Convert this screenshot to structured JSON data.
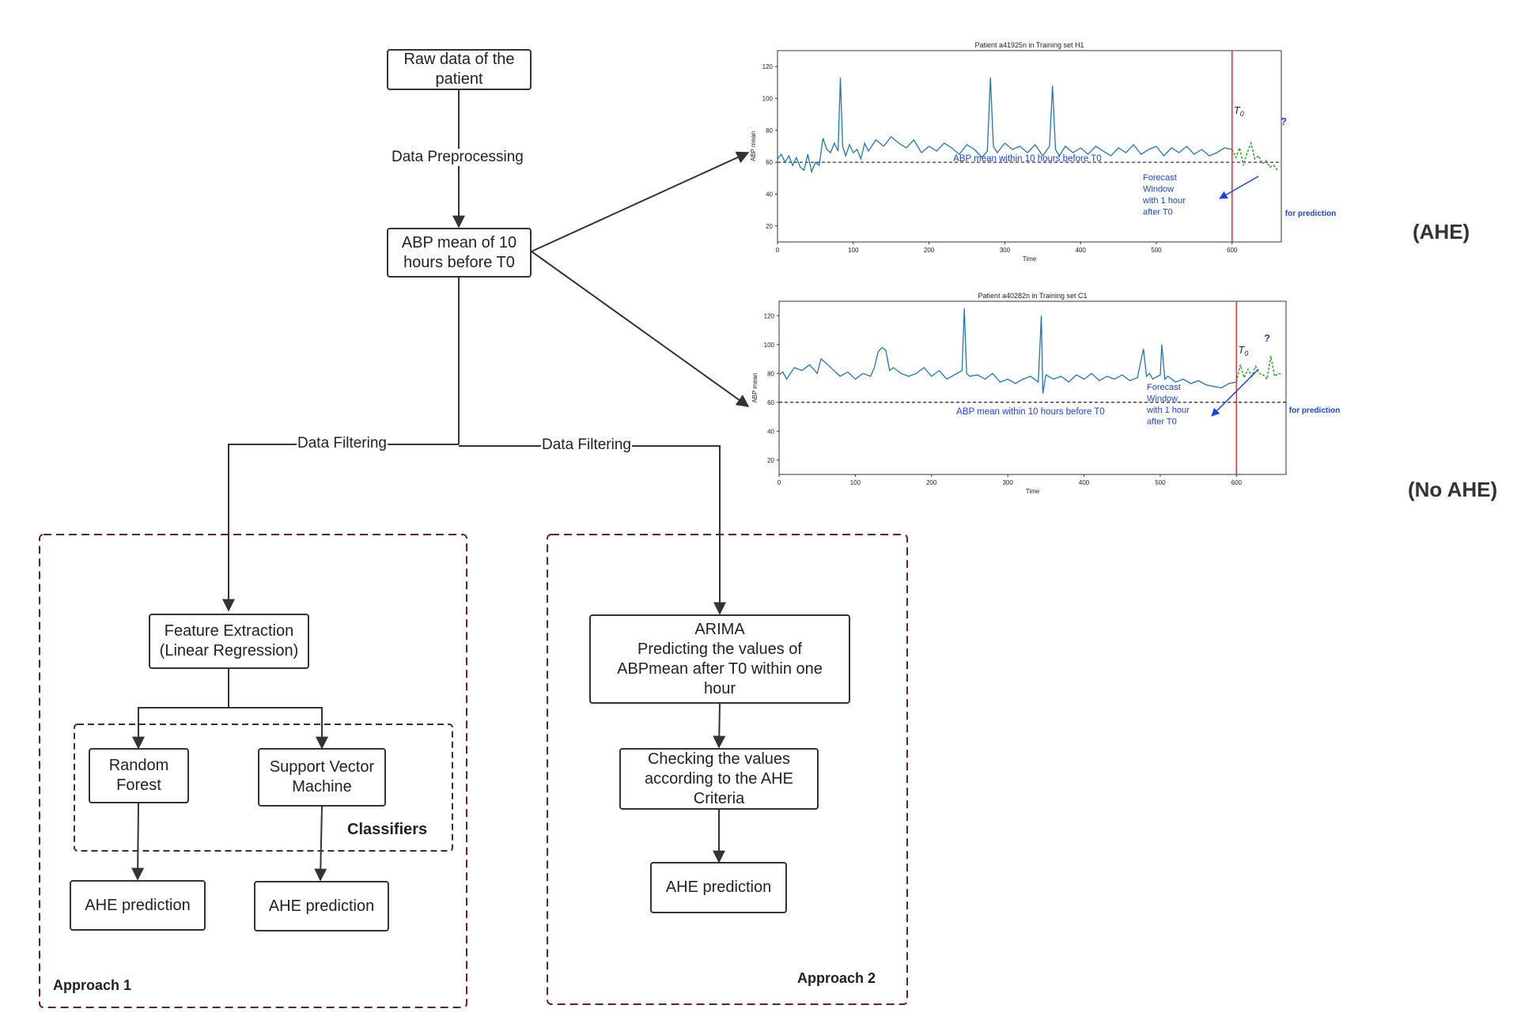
{
  "flow": {
    "raw_data": "Raw data of the\npatient",
    "preprocessing_label": "Data Preprocessing",
    "abp_mean": "ABP mean of 10\nhours before T0",
    "filtering_label_left": "Data Filtering",
    "filtering_label_right": "Data Filtering"
  },
  "approach1": {
    "title": "Approach 1",
    "feature_extraction": "Feature Extraction\n(Linear Regression)",
    "classifiers_title": "Classifiers",
    "random_forest": "Random\nForest",
    "svm": "Support Vector\nMachine",
    "prediction_left": "AHE prediction",
    "prediction_right": "AHE prediction"
  },
  "approach2": {
    "title": "Approach 2",
    "arima": "ARIMA\nPredicting the values of\nABPmean after T0 within one\nhour",
    "checking": "Checking the values\naccording to the AHE\nCriteria",
    "prediction": "AHE prediction"
  },
  "tags": {
    "top": "(AHE)",
    "bottom": "(No AHE)"
  },
  "colors": {
    "line": "#1f77b4",
    "forecast": "#2ca02c",
    "t0": "#ff2a2a",
    "annotation": "#1a44e0",
    "group_border": "#6b1f1f"
  },
  "chart_data": [
    {
      "type": "line",
      "title": "Patient a41925n in Training set H1",
      "xlabel": "Time",
      "ylabel": "ABP mean",
      "xlim": [
        0,
        665
      ],
      "ylim": [
        10,
        130
      ],
      "xticks": [
        0,
        100,
        200,
        300,
        400,
        500,
        600
      ],
      "yticks": [
        20,
        40,
        60,
        80,
        100,
        120
      ],
      "threshold": 60,
      "t0": 600,
      "t0_label": "T",
      "t0_sub": "0",
      "question_mark": "?",
      "annotation_text": "ABP mean within 10 hours  before T0",
      "forecast_text": [
        "Forecast",
        "Window",
        "with 1 hour",
        "after T0"
      ],
      "prediction_text": "for prediction",
      "series": [
        {
          "x": [
            0,
            5,
            10,
            15,
            20,
            25,
            30,
            35,
            40,
            45,
            50,
            55,
            60,
            65,
            70,
            75,
            80,
            83,
            86,
            90,
            95,
            100,
            105,
            110,
            115,
            120,
            130,
            140,
            150,
            160,
            170,
            180,
            190,
            200,
            210,
            220,
            230,
            240,
            250,
            260,
            270,
            277,
            281,
            285,
            290,
            300,
            310,
            320,
            330,
            340,
            350,
            359,
            363,
            367,
            372,
            380,
            390,
            400,
            410,
            420,
            430,
            440,
            450,
            460,
            470,
            480,
            490,
            500,
            510,
            520,
            530,
            540,
            550,
            560,
            570,
            580,
            590,
            600
          ],
          "values": [
            62,
            65,
            60,
            64,
            58,
            63,
            57,
            55,
            65,
            54,
            60,
            58,
            75,
            68,
            66,
            72,
            67,
            113,
            70,
            64,
            71,
            66,
            68,
            62,
            72,
            67,
            74,
            70,
            76,
            72,
            69,
            74,
            66,
            70,
            67,
            72,
            69,
            65,
            71,
            68,
            63,
            67,
            113,
            70,
            66,
            72,
            68,
            70,
            66,
            71,
            64,
            70,
            108,
            68,
            64,
            70,
            66,
            69,
            65,
            70,
            67,
            64,
            69,
            66,
            71,
            65,
            68,
            70,
            64,
            69,
            66,
            70,
            65,
            68,
            64,
            66,
            69,
            68
          ]
        },
        {
          "x": [
            600,
            605,
            610,
            615,
            620,
            625,
            630,
            635,
            640,
            645,
            650,
            655,
            660
          ],
          "values": [
            68,
            63,
            69,
            58,
            66,
            72,
            62,
            64,
            59,
            61,
            57,
            58,
            55
          ]
        }
      ]
    },
    {
      "type": "line",
      "title": "Patient a40282n in Training set C1",
      "xlabel": "Time",
      "ylabel": "ABP mean",
      "xlim": [
        0,
        665
      ],
      "ylim": [
        10,
        130
      ],
      "xticks": [
        0,
        100,
        200,
        300,
        400,
        500,
        600
      ],
      "yticks": [
        20,
        40,
        60,
        80,
        100,
        120
      ],
      "threshold": 60,
      "t0": 600,
      "t0_label": "T",
      "t0_sub": "0",
      "question_mark": "?",
      "annotation_text": "ABP mean within 10 hours  before T0",
      "forecast_text": [
        "Forecast",
        "Window",
        "with 1 hour",
        "after T0"
      ],
      "prediction_text": "for prediction",
      "series": [
        {
          "x": [
            0,
            5,
            10,
            20,
            30,
            40,
            50,
            55,
            60,
            70,
            80,
            90,
            100,
            110,
            120,
            125,
            130,
            135,
            140,
            145,
            150,
            160,
            170,
            180,
            190,
            200,
            210,
            220,
            230,
            240,
            243,
            246,
            250,
            260,
            270,
            280,
            290,
            300,
            310,
            320,
            330,
            340,
            344,
            346,
            350,
            360,
            370,
            380,
            390,
            400,
            410,
            420,
            430,
            440,
            450,
            460,
            470,
            478,
            482,
            486,
            490,
            500,
            502,
            506,
            510,
            520,
            530,
            540,
            550,
            560,
            570,
            580,
            590,
            600
          ],
          "values": [
            79,
            81,
            76,
            84,
            82,
            86,
            80,
            90,
            88,
            83,
            78,
            81,
            76,
            80,
            78,
            84,
            95,
            98,
            96,
            82,
            84,
            80,
            78,
            80,
            84,
            78,
            82,
            76,
            79,
            82,
            125,
            80,
            78,
            79,
            76,
            80,
            74,
            76,
            73,
            76,
            78,
            74,
            120,
            66,
            79,
            76,
            78,
            74,
            79,
            76,
            80,
            75,
            78,
            76,
            79,
            75,
            77,
            97,
            78,
            80,
            76,
            79,
            100,
            76,
            78,
            74,
            76,
            73,
            75,
            72,
            71,
            70,
            73,
            74
          ]
        },
        {
          "x": [
            600,
            605,
            610,
            615,
            620,
            625,
            630,
            635,
            640,
            645,
            650,
            655,
            660
          ],
          "values": [
            74,
            86,
            77,
            83,
            78,
            85,
            80,
            79,
            76,
            92,
            78,
            80,
            79
          ]
        }
      ]
    }
  ]
}
